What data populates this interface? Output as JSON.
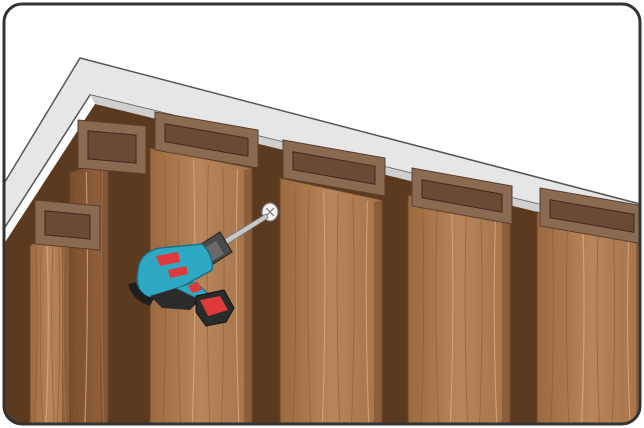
{
  "scene": {
    "subject": "wall-panel-installation",
    "tool": "cordless-drill",
    "fastener": "screw",
    "colors": {
      "wood_light": "#b07a4c",
      "wood_dark": "#8a5a34",
      "gap_shadow": "#5c3a20",
      "profile_cap": "#8b6a52",
      "profile_hole": "#6a4a35",
      "ceiling": "#e6e6e6",
      "ceiling_edge": "#cfcfcf",
      "drill_body": "#2fa8c4",
      "drill_accent": "#e0393b",
      "drill_dark": "#2b2b2b",
      "border": "#333333"
    }
  }
}
